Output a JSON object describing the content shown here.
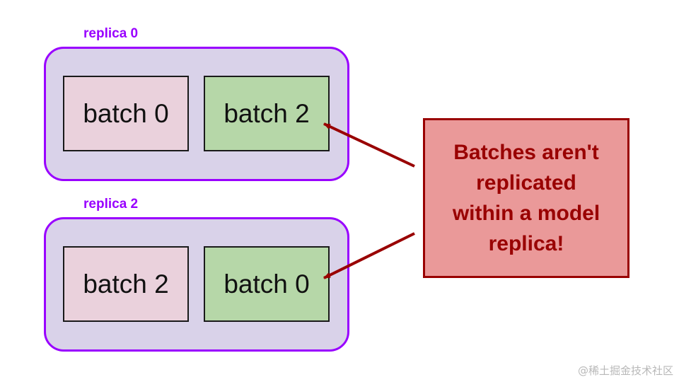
{
  "replicas": [
    {
      "label": "replica 0",
      "batches": [
        {
          "label": "batch 0",
          "color": "#ead1dc"
        },
        {
          "label": "batch 2",
          "color": "#b6d7a8"
        }
      ]
    },
    {
      "label": "replica 2",
      "batches": [
        {
          "label": "batch 2",
          "color": "#ead1dc"
        },
        {
          "label": "batch 0",
          "color": "#b6d7a8"
        }
      ]
    }
  ],
  "note": {
    "lines": [
      "Batches aren't",
      "replicated",
      "within a model",
      "replica!"
    ]
  },
  "watermark": "@稀土掘金技术社区",
  "colors": {
    "replica_border": "#9900ff",
    "replica_fill": "#d9d2e9",
    "note_border": "#990000",
    "note_fill": "#ea9999"
  }
}
